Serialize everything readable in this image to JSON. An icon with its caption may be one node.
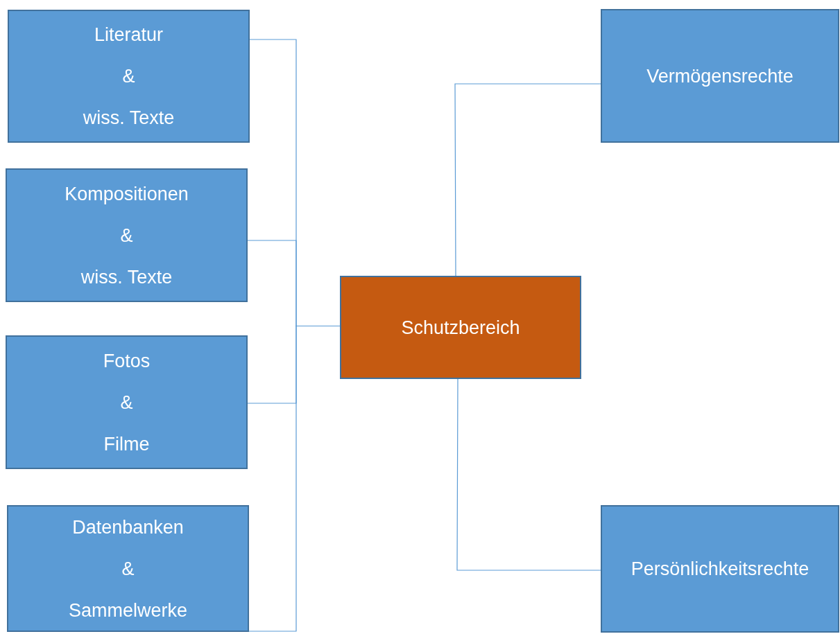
{
  "diagram": {
    "nodes": [
      {
        "text": [
          "Literatur",
          "&",
          "wiss. Texte"
        ]
      },
      {
        "text": [
          "Kompositionen",
          "&",
          "wiss. Texte"
        ]
      },
      {
        "text": [
          "Fotos",
          "&",
          "Filme"
        ]
      },
      {
        "text": [
          "Datenbanken",
          "&",
          "Sammelwerke"
        ]
      },
      {
        "text": [
          "Schutzbereich"
        ]
      },
      {
        "text": [
          "Vermögensrechte"
        ]
      },
      {
        "text": [
          "Persönlichkeitsrechte"
        ]
      }
    ],
    "edges": [
      {
        "from": 0,
        "to": 4,
        "arrow": "none"
      },
      {
        "from": 1,
        "to": 4,
        "arrow": "none"
      },
      {
        "from": 2,
        "to": 4,
        "arrow": "none"
      },
      {
        "from": 3,
        "to": 4,
        "arrow": "none"
      },
      {
        "from": 4,
        "to": 5,
        "arrow": "none"
      },
      {
        "from": 4,
        "to": 6,
        "arrow": "none"
      }
    ]
  }
}
